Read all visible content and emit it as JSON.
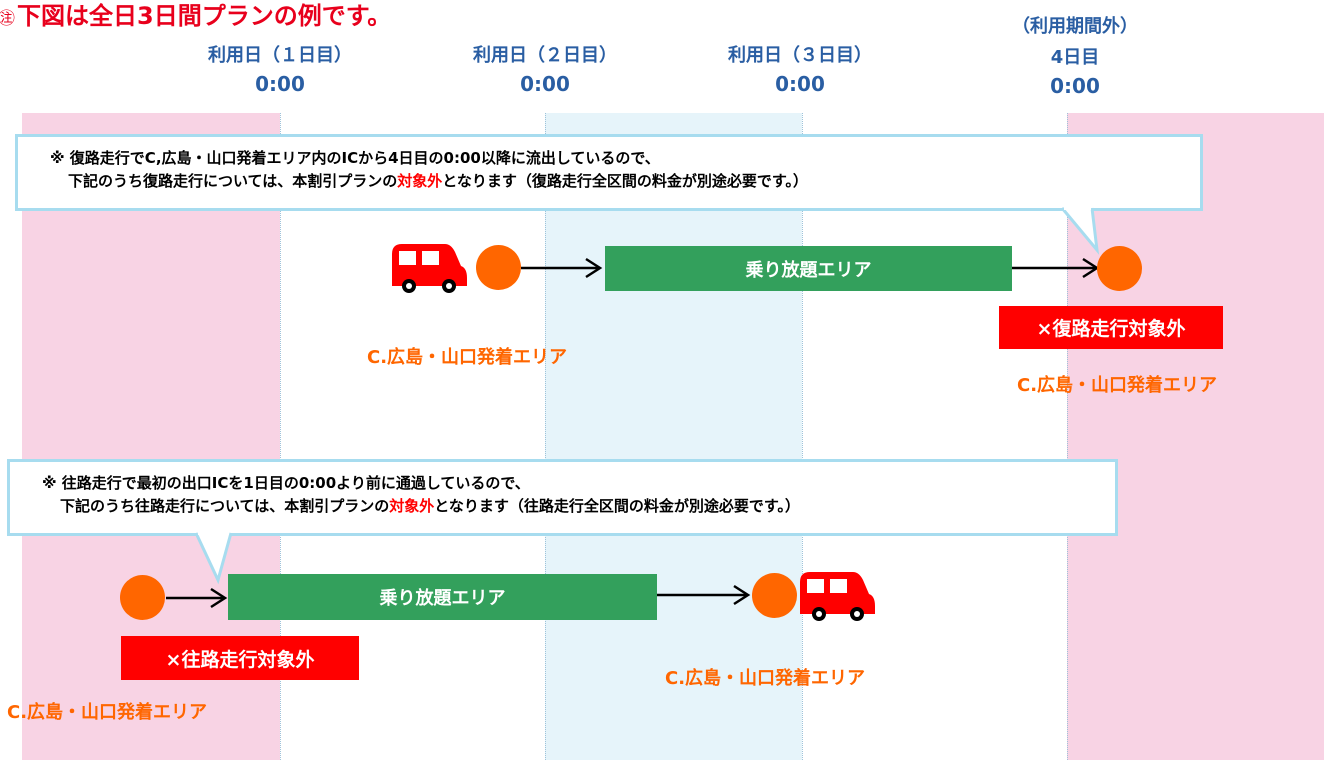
{
  "title": {
    "marker": "㊟",
    "text": "下図は全日3日間プランの例です。"
  },
  "columns": [
    {
      "label": "利用日（１日目）",
      "time": "0:00"
    },
    {
      "label": "利用日（２日目）",
      "time": "0:00"
    },
    {
      "label": "利用日（３日目）",
      "time": "0:00"
    },
    {
      "note": "（利用期間外）",
      "label": "4日目",
      "time": "0:00"
    }
  ],
  "callout1": {
    "line1": "※ 復路走行でC,広島・山口発着エリア内のICから4日目の0:00以降に流出しているので、",
    "line2_pre": "下記のうち復路走行については、本割引プランの",
    "line2_red": "対象外",
    "line2_post": "となります（復路走行全区間の料金が別途必要です。）"
  },
  "callout2": {
    "line1": "※ 往路走行で最初の出口ICを1日目の0:00より前に通過しているので、",
    "line2_pre": "下記のうち往路走行については、本割引プランの",
    "line2_red": "対象外",
    "line2_post": "となります（往路走行全区間の料金が別途必要です。）"
  },
  "row1": {
    "area_label": "乗り放題エリア",
    "start_label": "C.広島・山口発着エリア",
    "end_label": "C.広島・山口発着エリア",
    "tag": "×復路走行対象外"
  },
  "row2": {
    "area_label": "乗り放題エリア",
    "start_label": "C.広島・山口発着エリア",
    "end_label": "C.広島・山口発着エリア",
    "tag": "×往路走行対象外"
  },
  "colors": {
    "pink": "#f8d3e4",
    "blue": "#e6f4fa",
    "orange": "#ff6600",
    "green": "#33a05c",
    "red": "#ff0000",
    "header_blue": "#2a5ea3"
  },
  "icons": [
    "car-icon",
    "arrow-icon"
  ]
}
